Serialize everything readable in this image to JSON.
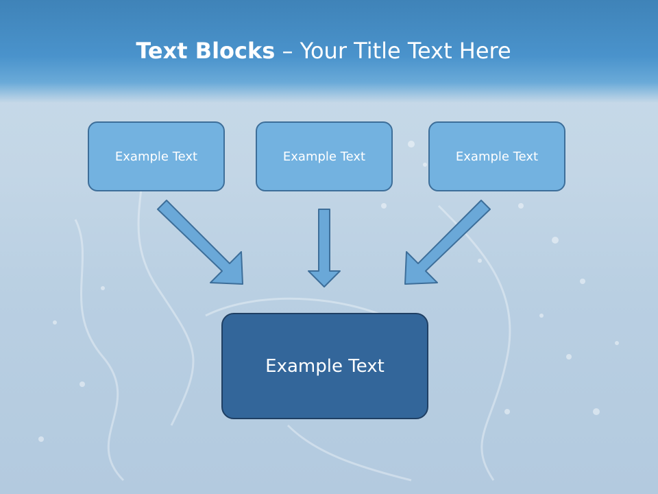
{
  "title": {
    "bold": "Text Blocks",
    "rest": " – Your Title Text Here"
  },
  "diagram": {
    "sources": [
      {
        "label": "Example Text"
      },
      {
        "label": "Example Text"
      },
      {
        "label": "Example Text"
      }
    ],
    "target": {
      "label": "Example Text"
    }
  },
  "colors": {
    "title_band": "#4a93cc",
    "source_fill": "#73b2e0",
    "source_border": "#3d6e99",
    "target_fill": "#33669a",
    "arrow_fill": "#6aa8d8"
  }
}
